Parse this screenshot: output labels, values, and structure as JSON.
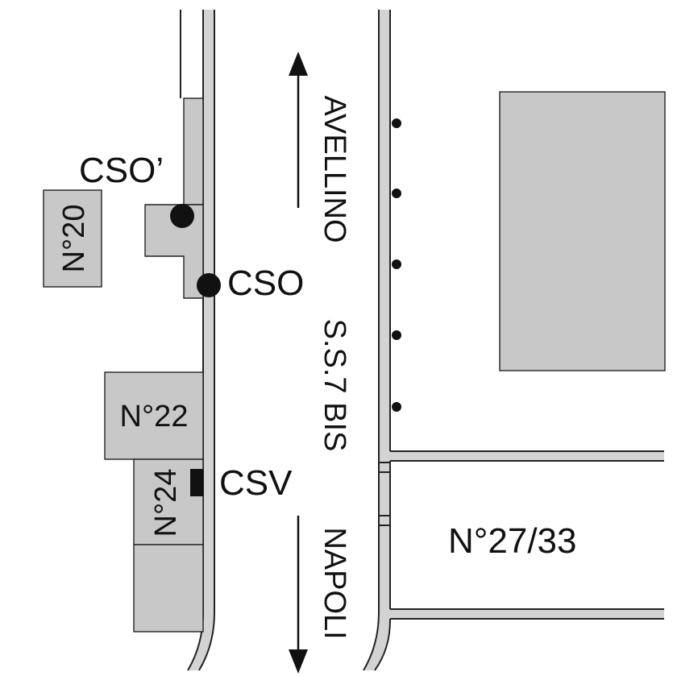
{
  "map": {
    "road_name": "S.S.7 BIS",
    "direction_north": "AVELLINO",
    "direction_south": "NAPOLI",
    "buildings": {
      "n20": "N°20",
      "n22": "N°22",
      "n24": "N°24",
      "n27_33": "N°27/33"
    },
    "points": {
      "cso_prime": "CSO’",
      "cso": "CSO",
      "csv": "CSV"
    }
  }
}
